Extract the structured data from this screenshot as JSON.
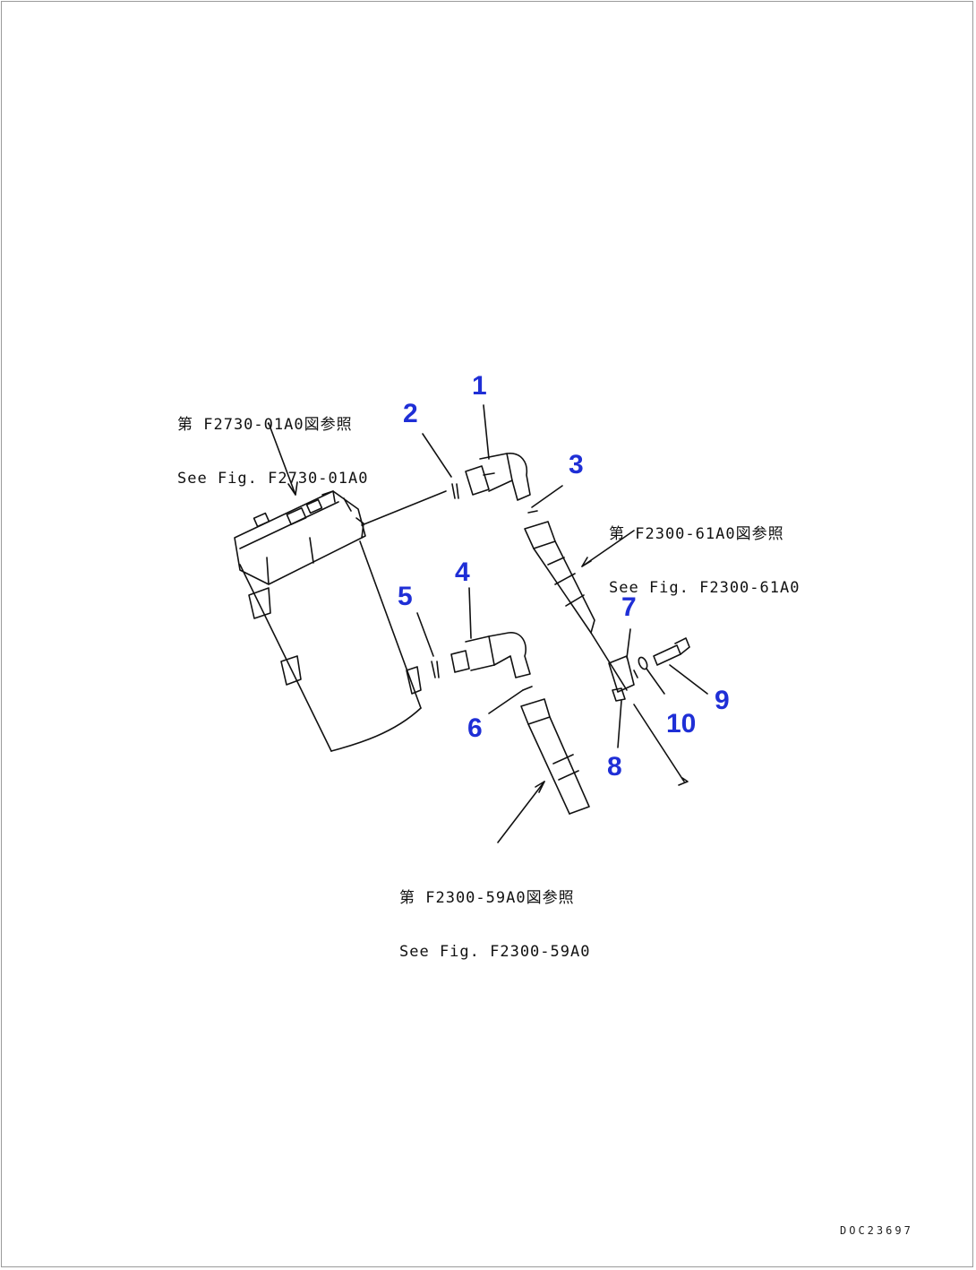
{
  "references": {
    "top_left": {
      "line1": "第 F2730-01A0図参照",
      "line2": "See Fig. F2730-01A0"
    },
    "right": {
      "line1": "第 F2300-61A0図参照",
      "line2": "See Fig. F2300-61A0"
    },
    "bottom": {
      "line1": "第 F2300-59A0図参照",
      "line2": "See Fig. F2300-59A0"
    }
  },
  "callouts": [
    "1",
    "2",
    "3",
    "4",
    "5",
    "6",
    "7",
    "8",
    "9",
    "10"
  ],
  "document_id": "DOC23697",
  "colors": {
    "callout": "#1f2fd6",
    "line": "#111111"
  }
}
